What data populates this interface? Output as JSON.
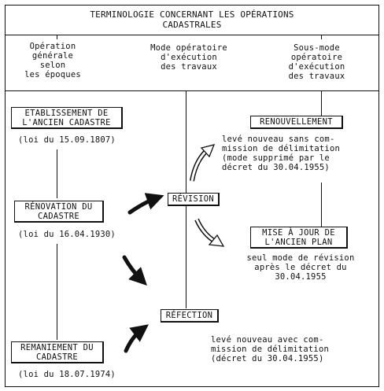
{
  "title": "TERMINOLOGIE CONCERNANT LES OPÉRATIONS\nCADASTRALES",
  "columns": {
    "col1": "Opération\ngénérale\nselon\nles époques",
    "col2": "Mode opératoire\nd'exécution\ndes travaux",
    "col3": "Sous-mode\nopératoire\nd'exécution\ndes travaux"
  },
  "left": {
    "etablissement": "ETABLISSEMENT DE\nL'ANCIEN CADASTRE",
    "etablissement_date": "(loi du 15.09.1807)",
    "renovation": "RÉNOVATION DU\nCADASTRE",
    "renovation_date": "(loi du 16.04.1930)",
    "remaniement": "REMANIEMENT DU\nCADASTRE",
    "remaniement_date": "(loi du 18.07.1974)"
  },
  "middle": {
    "revision": "RÉVISION",
    "refection": "RÉFECTION",
    "refection_note": "levé nouveau avec com-\nmission de délimitation\n(décret du 30.04.1955)"
  },
  "right": {
    "renouvellement": "RENOUVELLEMENT",
    "renouvellement_note": "levé nouveau sans com-\nmission de délimitation\n(mode supprimé par le\ndécret du 30.04.1955)",
    "mise_a_jour": "MISE À JOUR DE\nL'ANCIEN PLAN",
    "mise_a_jour_note": "seul mode de révision\naprès le décret du\n30.04.1955"
  }
}
